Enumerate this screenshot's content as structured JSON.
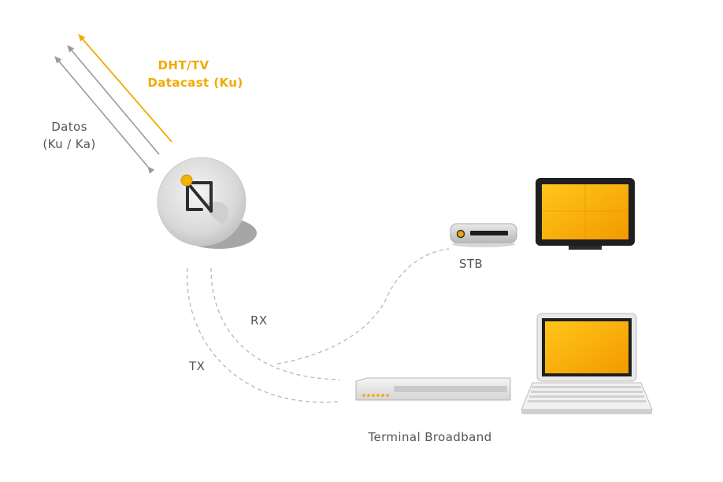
{
  "labels": {
    "downlink_line1": "DHT/TV",
    "downlink_line2": "Datacast (Ku)",
    "data_line1": "Datos",
    "data_line2": "(Ku / Ka)",
    "rx": "RX",
    "tx": "TX",
    "stb": "STB",
    "terminal": "Terminal Broadband"
  },
  "colors": {
    "accent": "#f2a900",
    "screen": "#f7b500",
    "gray_arrow": "#9a9a9a",
    "dashed": "#b8b8b8",
    "device_dark": "#2b2b2b"
  },
  "icons": {
    "dish": "satellite-dish-icon",
    "stb": "set-top-box-icon",
    "tv": "television-icon",
    "modem": "broadband-modem-icon",
    "laptop": "laptop-icon"
  }
}
